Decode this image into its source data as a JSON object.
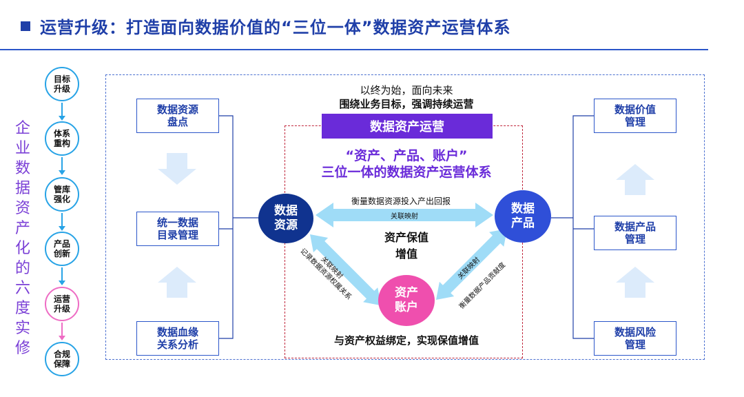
{
  "title": "运营升级：打造面向数据价值的“三位一体”数据资产运营体系",
  "side_label": "企业数据资产化的六度实修",
  "steps": [
    "目标升级",
    "体系重构",
    "管库强化",
    "产品创新",
    "运营升级",
    "合规保障"
  ],
  "left_boxes": [
    "数据资源盘点",
    "统一数据目录管理",
    "数据血缘关系分析"
  ],
  "right_boxes": [
    "数据价值管理",
    "数据产品管理",
    "数据风险管理"
  ],
  "center": {
    "line1": "以终为始，面向未来",
    "line2": "围绕业务目标，强调持续运营",
    "banner": "数据资产运营",
    "subtitle1": "“资产、产品、账户”",
    "subtitle2": "三位一体的数据资产运营体系",
    "node_resource": "数据资源",
    "node_product": "数据产品",
    "node_account": "资产账户",
    "top_arrow_label": "衡量数据资源投入产出回报",
    "top_arrow_sub": "关联映射",
    "middle_label": "资产保值增值",
    "left_arrow_label": "关联映射",
    "left_arrow_sub": "记录数据资源权属关系",
    "right_arrow_label": "关联映射",
    "right_arrow_sub": "衡量数据产品贡献度",
    "bottom": "与资产权益绑定，实现保值增值"
  },
  "colors": {
    "accent": "#1f3fa8",
    "purple": "#6a2bd9",
    "pink": "#ef4fae",
    "navy": "#10338f",
    "blue": "#2f4fd8",
    "cyan": "#27a3e6"
  }
}
